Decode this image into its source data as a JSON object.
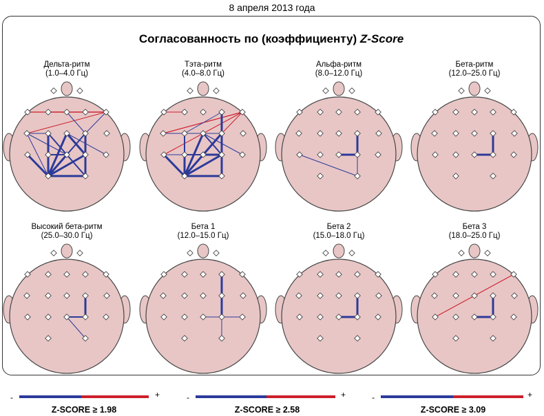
{
  "date": "8 апреля 2013 года",
  "title_main": "Согласованность по (коэффициенту)",
  "title_em": "Z-Score",
  "heads": [
    {
      "name": "Дельта-ритм",
      "range": "(1.0–4.0 Гц)"
    },
    {
      "name": "Тэта-ритм",
      "range": "(4.0–8.0 Гц)"
    },
    {
      "name": "Альфа-ритм",
      "range": "(8.0–12.0 Гц)"
    },
    {
      "name": "Бета-ритм",
      "range": "(12.0–25.0 Гц)"
    },
    {
      "name": "Высокий бета-ритм",
      "range": "(25.0–30.0 Гц)"
    },
    {
      "name": "Бета 1",
      "range": "(12.0–15.0 Гц)"
    },
    {
      "name": "Бета 2",
      "range": "(15.0–18.0 Гц)"
    },
    {
      "name": "Бета 3",
      "range": "(18.0–25.0 Гц)"
    }
  ],
  "legend": [
    {
      "minus": "-",
      "plus": "+",
      "label": "Z-SCORE ≥ 1.98"
    },
    {
      "minus": "-",
      "plus": "+",
      "label": "Z-SCORE ≥ 2.58"
    },
    {
      "minus": "-",
      "plus": "+",
      "label": "Z-SCORE ≥ 3.09"
    }
  ],
  "colors": {
    "head_fill": "#e8c6c6",
    "negative": "#2b3a9a",
    "positive": "#cc1f2a"
  }
}
